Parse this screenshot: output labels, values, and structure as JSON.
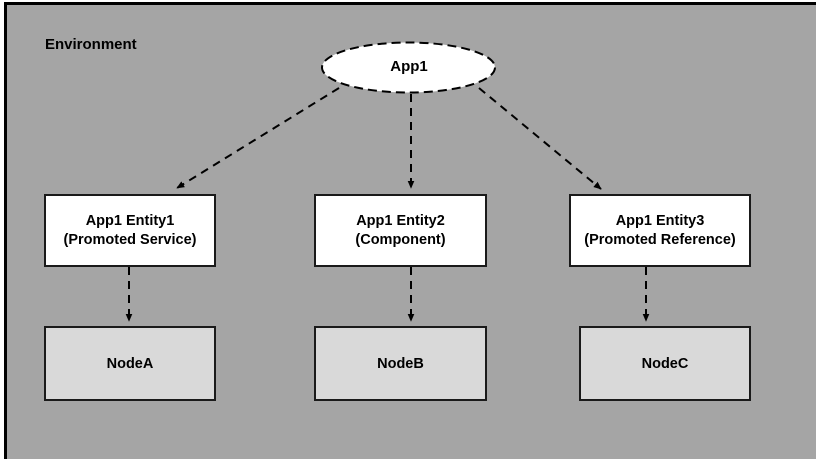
{
  "diagram": {
    "container": {
      "label": "Environment",
      "background_color": "#a5a5a5",
      "border_color": "#000000"
    },
    "root_node": {
      "id": "app1",
      "shape": "ellipse",
      "label": "App1",
      "fill_color": "#ffffff",
      "stroke_color": "#000000",
      "stroke_style": "dashed"
    },
    "entities": [
      {
        "id": "entity-1",
        "title": "App1 Entity1",
        "subtitle": "(Promoted Service)",
        "fill_color": "#ffffff",
        "stroke_color": "#1a1a1a"
      },
      {
        "id": "entity-2",
        "title": "App1 Entity2",
        "subtitle": "(Component)",
        "fill_color": "#ffffff",
        "stroke_color": "#1a1a1a"
      },
      {
        "id": "entity-3",
        "title": "App1 Entity3",
        "subtitle": "(Promoted Reference)",
        "fill_color": "#ffffff",
        "stroke_color": "#1a1a1a"
      }
    ],
    "nodes": [
      {
        "id": "node-a",
        "label": "NodeA",
        "fill_color": "#d9d9d9",
        "stroke_color": "#1a1a1a"
      },
      {
        "id": "node-b",
        "label": "NodeB",
        "fill_color": "#d9d9d9",
        "stroke_color": "#1a1a1a"
      },
      {
        "id": "node-c",
        "label": "NodeC",
        "fill_color": "#d9d9d9",
        "stroke_color": "#1a1a1a"
      }
    ],
    "connectors": [
      {
        "id": "app1-to-entity-1",
        "from": "app1",
        "to": "entity-1",
        "style": "dashed",
        "arrow": "filled-triangle"
      },
      {
        "id": "app1-to-entity-2",
        "from": "app1",
        "to": "entity-2",
        "style": "dashed",
        "arrow": "filled-triangle"
      },
      {
        "id": "app1-to-entity-3",
        "from": "app1",
        "to": "entity-3",
        "style": "dashed",
        "arrow": "filled-triangle"
      },
      {
        "id": "entity-1-to-node-a",
        "from": "entity-1",
        "to": "node-a",
        "style": "dashed",
        "arrow": "filled-triangle"
      },
      {
        "id": "entity-2-to-node-b",
        "from": "entity-2",
        "to": "node-b",
        "style": "dashed",
        "arrow": "filled-triangle"
      },
      {
        "id": "entity-3-to-node-c",
        "from": "entity-3",
        "to": "node-c",
        "style": "dashed",
        "arrow": "filled-triangle"
      }
    ]
  }
}
